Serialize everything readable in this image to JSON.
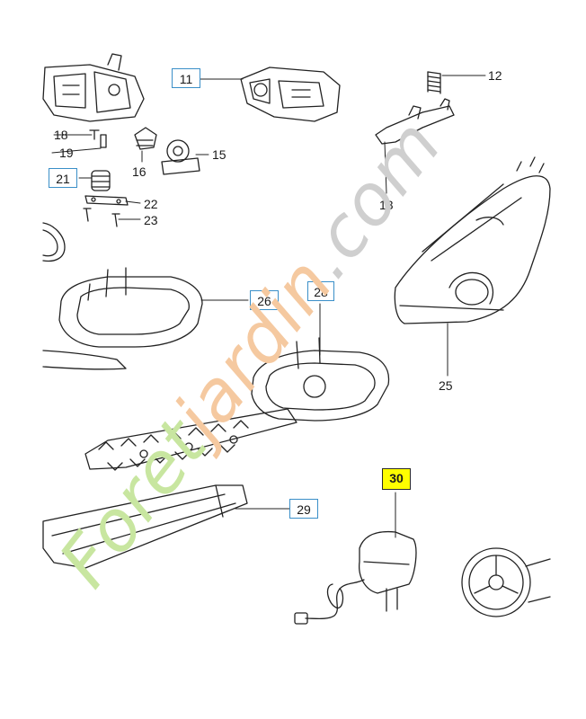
{
  "callouts": {
    "p11": "11",
    "p12": "12",
    "p13": "13",
    "p15": "15",
    "p16": "16",
    "p18": "18",
    "p19": "19",
    "p21": "21",
    "p22": "22",
    "p23": "23",
    "p25": "25",
    "p26": "26",
    "p28": "28",
    "p29": "29",
    "p30": "30"
  },
  "watermark": {
    "part1": "Foret",
    "part2": "jardin",
    "part3": ".com"
  },
  "colors": {
    "callout_box": "#3a8fc8",
    "highlight": "#ffff00",
    "watermark_green": "#c8e6a0",
    "watermark_orange": "#f5c9a0",
    "watermark_grey": "#cfcfcf"
  }
}
